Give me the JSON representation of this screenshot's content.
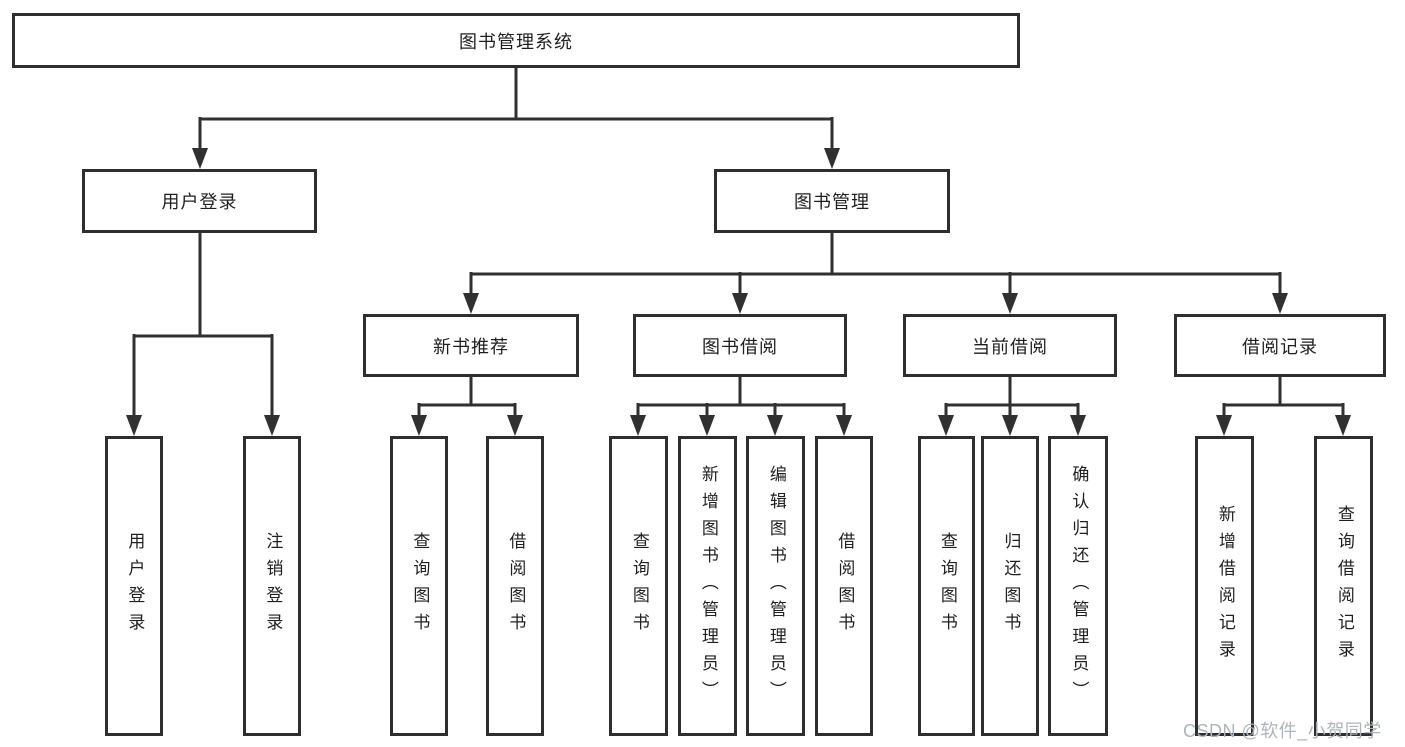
{
  "diagram": {
    "title": "图书管理系统",
    "level2": {
      "user_login": "用户登录",
      "book_management": "图书管理"
    },
    "level3": {
      "new_book_recommend": "新书推荐",
      "book_borrow": "图书借阅",
      "current_borrow": "当前借阅",
      "borrow_records": "借阅记录"
    },
    "leaves": {
      "user_login": [
        "用户登录",
        "注销登录"
      ],
      "new_book_recommend": [
        "查询图书",
        "借阅图书"
      ],
      "book_borrow": [
        "查询图书",
        "新增图书（管理员）",
        "编辑图书（管理员）",
        "借阅图书"
      ],
      "current_borrow": [
        "查询图书",
        "归还图书",
        "确认归还（管理员）"
      ],
      "borrow_records": [
        "新增借阅记录",
        "查询借阅记录"
      ]
    }
  },
  "watermark": "CSDN @软件_小贺同学",
  "colors": {
    "line": "#303030",
    "box_border": "#2e2e2e",
    "box_bg": "#ffffff",
    "text": "#1f1f1f",
    "watermark": "#aeb4ba"
  }
}
